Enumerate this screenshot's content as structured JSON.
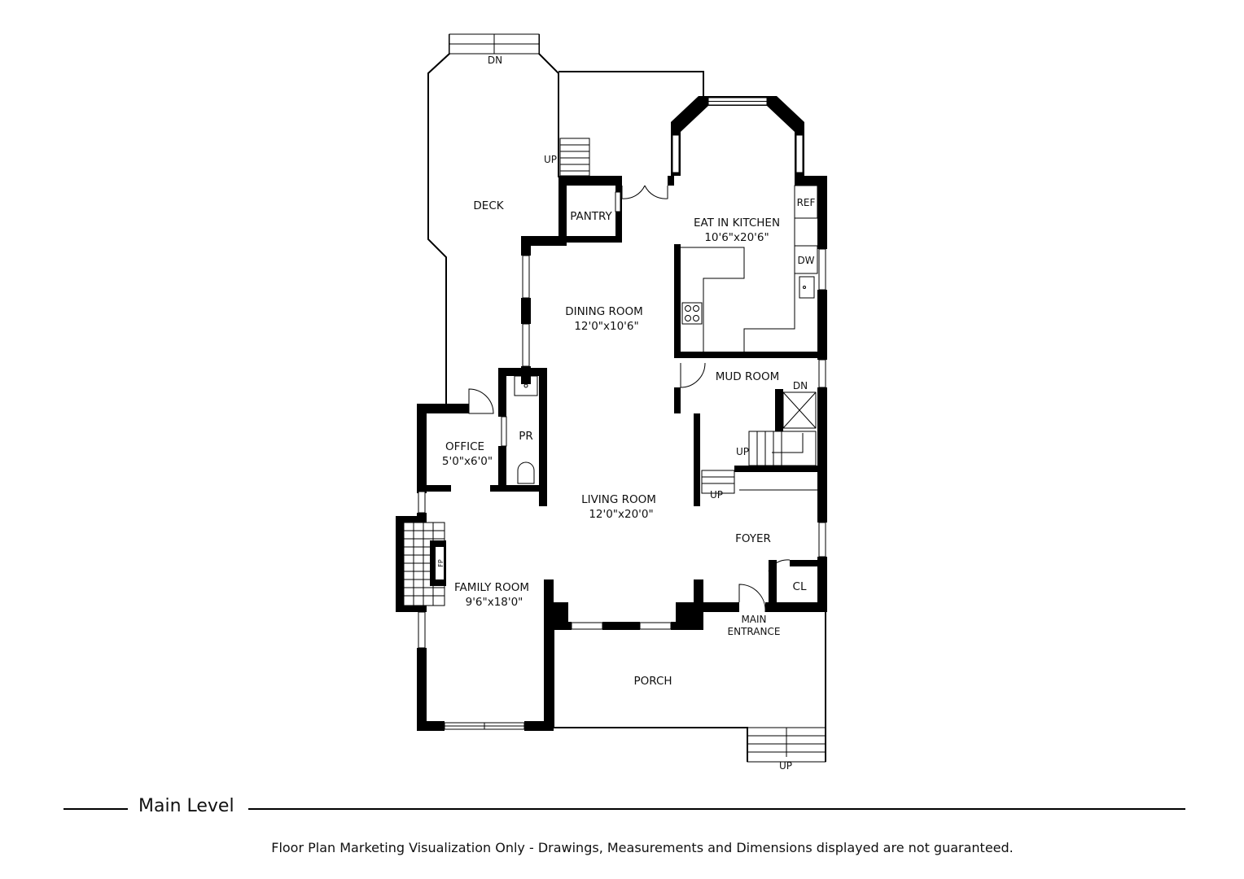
{
  "rooms": {
    "deck": "DECK",
    "pantry": "PANTRY",
    "kitchen_name": "EAT IN KITCHEN",
    "kitchen_dim": "10'6\"x20'6\"",
    "dining_name": "DINING ROOM",
    "dining_dim": "12'0\"x10'6\"",
    "mud_room": "MUD ROOM",
    "office_name": "OFFICE",
    "office_dim": "5'0\"x6'0\"",
    "powder_room": "PR",
    "living_name": "LIVING ROOM",
    "living_dim": "12'0\"x20'0\"",
    "foyer": "FOYER",
    "closet": "CL",
    "family_name": "FAMILY ROOM",
    "family_dim": "9'6\"x18'0\"",
    "porch": "PORCH",
    "main_entrance_1": "MAIN",
    "main_entrance_2": "ENTRANCE"
  },
  "fixtures": {
    "refrigerator": "REF",
    "dishwasher": "DW",
    "fireplace": "FP"
  },
  "stairs": {
    "up": "UP",
    "down": "DN"
  },
  "level_title": "Main Level",
  "disclaimer": "Floor Plan Marketing Visualization Only - Drawings, Measurements and Dimensions displayed are not guaranteed."
}
